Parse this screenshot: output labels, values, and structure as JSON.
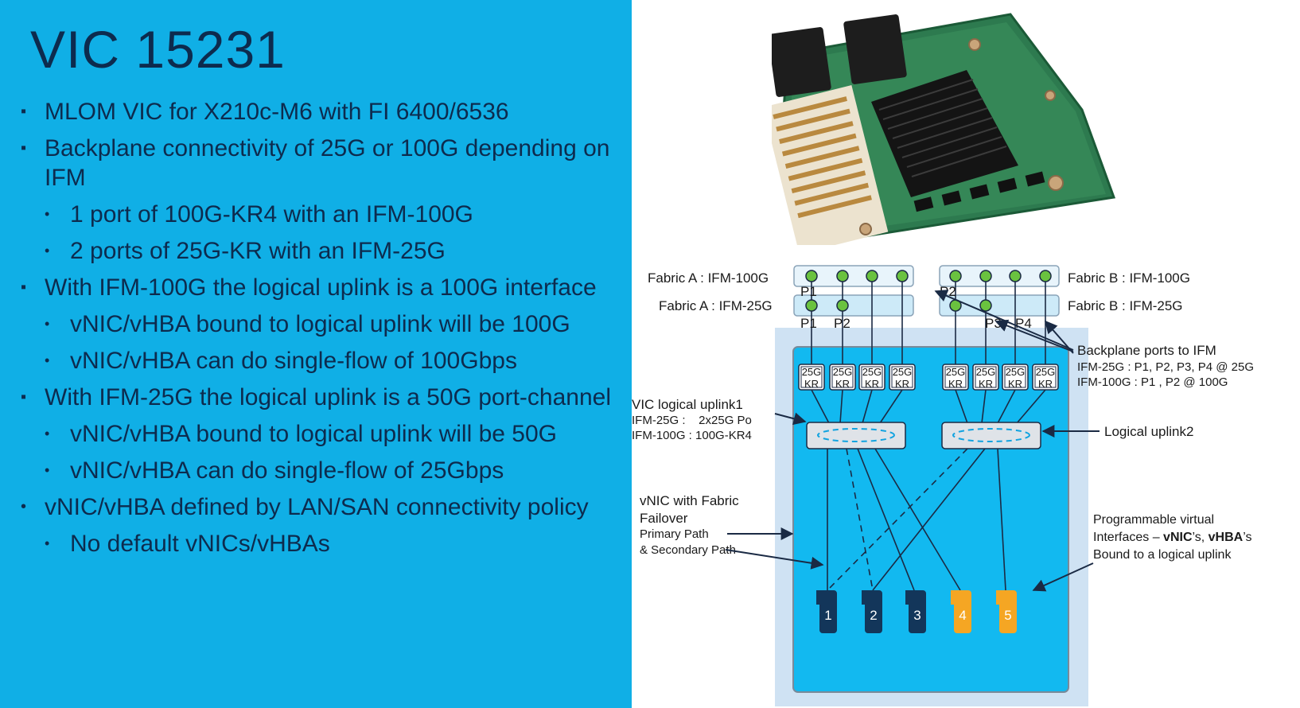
{
  "title": "VIC 15231",
  "bullets": [
    {
      "level": 1,
      "marker": "▪",
      "text": "MLOM VIC for X210c-M6 with FI 6400/6536"
    },
    {
      "level": 1,
      "marker": "▪",
      "text": "Backplane connectivity of 25G or 100G depending on IFM"
    },
    {
      "level": 2,
      "marker": "•",
      "text": "1 port of 100G-KR4 with an IFM-100G"
    },
    {
      "level": 2,
      "marker": "•",
      "text": "2 ports of 25G-KR with an IFM-25G"
    },
    {
      "level": 1,
      "marker": "▪",
      "text": "With IFM-100G the logical uplink is a 100G interface"
    },
    {
      "level": 2,
      "marker": "•",
      "text": "vNIC/vHBA bound to logical uplink will be 100G"
    },
    {
      "level": 2,
      "marker": "•",
      "text": "vNIC/vHBA can do single-flow of 100Gbps"
    },
    {
      "level": 1,
      "marker": "▪",
      "text": "With IFM-25G the logical uplink is a 50G port-channel"
    },
    {
      "level": 2,
      "marker": "•",
      "text": "vNIC/vHBA bound to logical uplink will be 50G"
    },
    {
      "level": 2,
      "marker": "•",
      "text": "vNIC/vHBA can do single-flow of 25Gbps"
    },
    {
      "level": 1,
      "marker": "•",
      "text": "vNIC/vHBA defined by LAN/SAN connectivity policy"
    },
    {
      "level": 2,
      "marker": "•",
      "text": "No default vNICs/vHBAs"
    }
  ],
  "diagram": {
    "fabric_a_100g": "Fabric A : IFM-100G",
    "fabric_a_25g": "Fabric A : IFM-25G",
    "fabric_b_100g": "Fabric B : IFM-100G",
    "fabric_b_25g": "Fabric B : IFM-25G",
    "port_labels": [
      "P1",
      "P2",
      "P1",
      "P2",
      "P3",
      "P4"
    ],
    "kr_top": "25G",
    "kr_bottom": "KR",
    "backplane_title": "Backplane ports to IFM",
    "backplane_line1": "IFM-25G : P1, P2, P3, P4 @ 25G",
    "backplane_line2": "IFM-100G : P1 , P2 @ 100G",
    "uplink1_title": "VIC logical uplink1",
    "uplink1_line1": "IFM-25G :    2x25G Po",
    "uplink1_line2": "IFM-100G : 100G-KR4",
    "uplink2_title": "Logical uplink2",
    "failover_title1": "vNIC with Fabric",
    "failover_title2": "Failover",
    "primary_path": "Primary Path",
    "secondary_path": "& Secondary Path",
    "prog_line1": "Programmable virtual",
    "prog_line2_pre": "Interfaces – ",
    "prog_line2_bold": "vNIC",
    "prog_line2_mid": "’s, ",
    "prog_line2_bold2": "vHBA",
    "prog_line2_post": "’s",
    "prog_line3": "Bound to a logical uplink",
    "vnic_numbers": [
      "1",
      "2",
      "3",
      "4",
      "5"
    ],
    "colors": {
      "slide_bg": "#10afe6",
      "title": "#0d2b4e",
      "vnic_dark": "#13365a",
      "vnic_orange": "#f5a623",
      "port_green": "#6ac23f",
      "fabric_bar": "#cdeaf8"
    }
  }
}
